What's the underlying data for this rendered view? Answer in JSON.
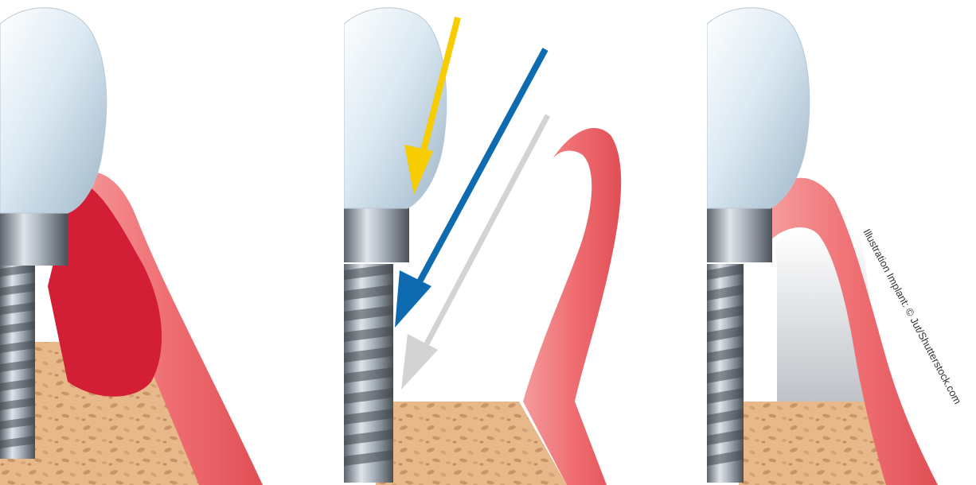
{
  "credit": "Illustration Implant: © Jut/Shutterstock.com",
  "colors": {
    "gum": "#ef6f73",
    "gum_dark": "#e35858",
    "inflammation": "#d21f36",
    "bone": "#e7b889",
    "bone_dark": "#c99466",
    "enamel": "#dbe9f3",
    "titanium": "#a9b2bc",
    "arrow_yellow": "#f7cc00",
    "arrow_blue": "#0e6bb0",
    "arrow_grey": "#cfcfcf"
  },
  "panels": [
    {
      "id": "inflamed-gum"
    },
    {
      "id": "bone-loss-arrows"
    },
    {
      "id": "receded-gum"
    }
  ]
}
